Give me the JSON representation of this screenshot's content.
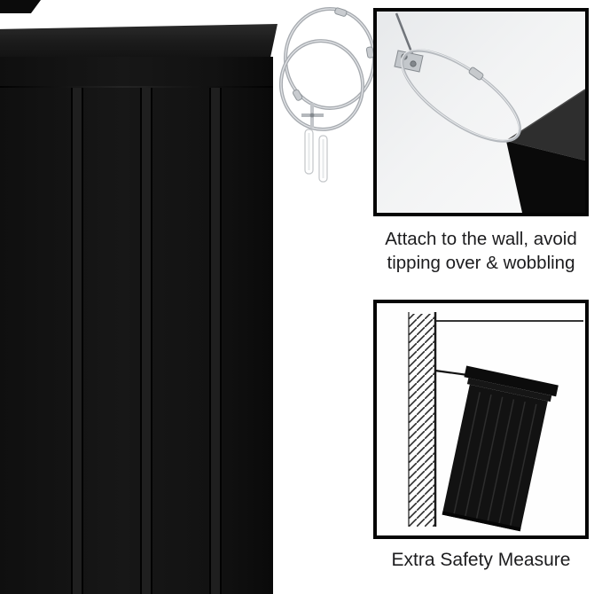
{
  "colors": {
    "background": "#ffffff",
    "cabinet_black": "#121212",
    "panel_border": "#050505",
    "caption_text": "#1c1c1e",
    "cable_silver": "#b5b9be"
  },
  "annotations": {
    "attach": {
      "line1": "Attach to the wall, avoid",
      "line2": "tipping over & wobbling"
    },
    "safety": {
      "label": "Extra Safety Measure"
    }
  }
}
